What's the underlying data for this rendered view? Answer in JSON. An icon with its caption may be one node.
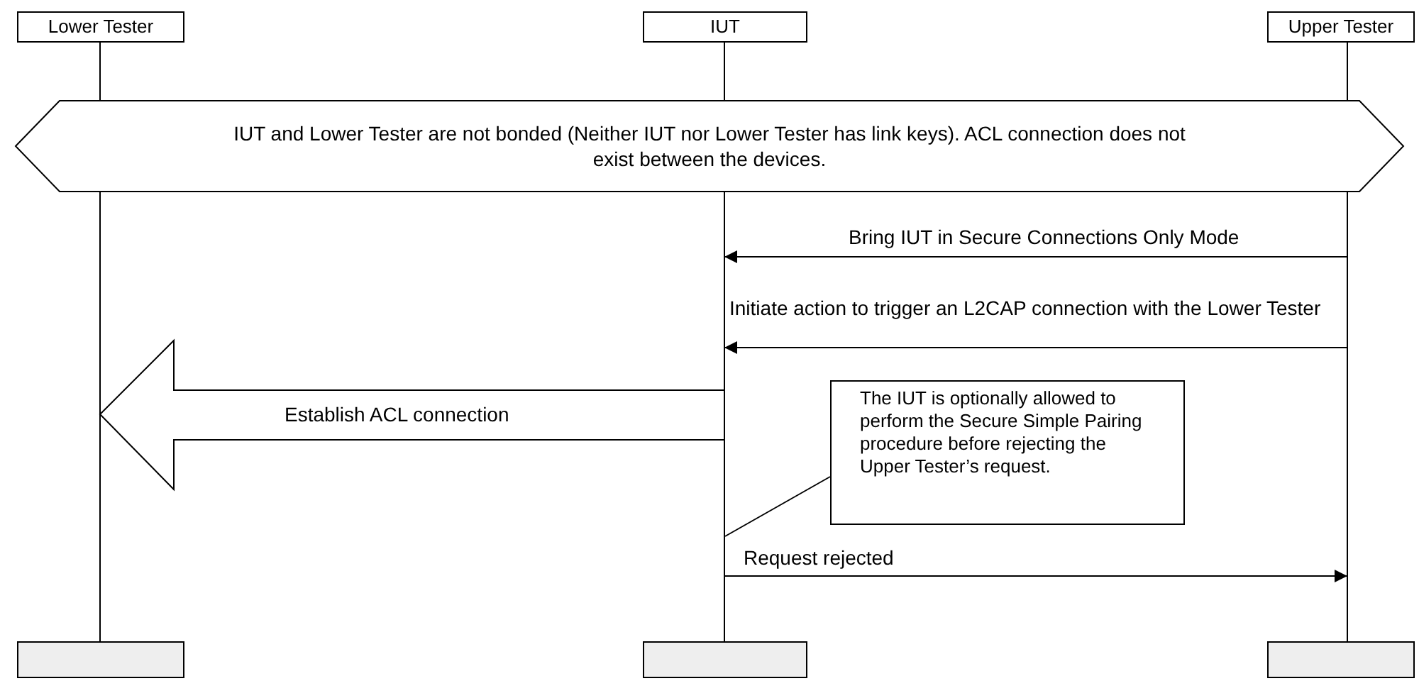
{
  "diagram": {
    "nodes": [
      {
        "text": [
          "Lower Tester"
        ]
      },
      {
        "text": [
          "IUT"
        ]
      },
      {
        "text": [
          "Upper Tester"
        ]
      },
      {
        "text": [
          "IUT and Lower Tester are not bonded (Neither IUT nor Lower Tester has link keys). ACL connection does not exist between the devices."
        ]
      },
      {
        "text": [
          "The IUT is optionally allowed to perform the Secure Simple Pairing procedure before rejecting the Upper Tester’s request."
        ]
      },
      {
        "text": [],
        "shape": "box"
      },
      {
        "text": [],
        "shape": "box"
      },
      {
        "text": [],
        "shape": "box"
      },
      {
        "text": [],
        "shape": "line"
      },
      {
        "text": [],
        "shape": "line"
      },
      {
        "text": [],
        "shape": "line"
      }
    ],
    "edges": [
      {
        "from": 10,
        "to": 9,
        "arrow": "to",
        "label": "Bring IUT in Secure Connections Only Mode"
      },
      {
        "from": 10,
        "to": 9,
        "arrow": "to",
        "label": "Initiate action to trigger an L2CAP connection with the Lower Tester"
      },
      {
        "from": 9,
        "to": 8,
        "arrow": "to",
        "label": "Establish ACL connection",
        "style": "thick"
      },
      {
        "from": 4,
        "to": 9,
        "arrow": "none"
      },
      {
        "from": 9,
        "to": 10,
        "arrow": "to",
        "label": "Request rejected"
      }
    ]
  }
}
